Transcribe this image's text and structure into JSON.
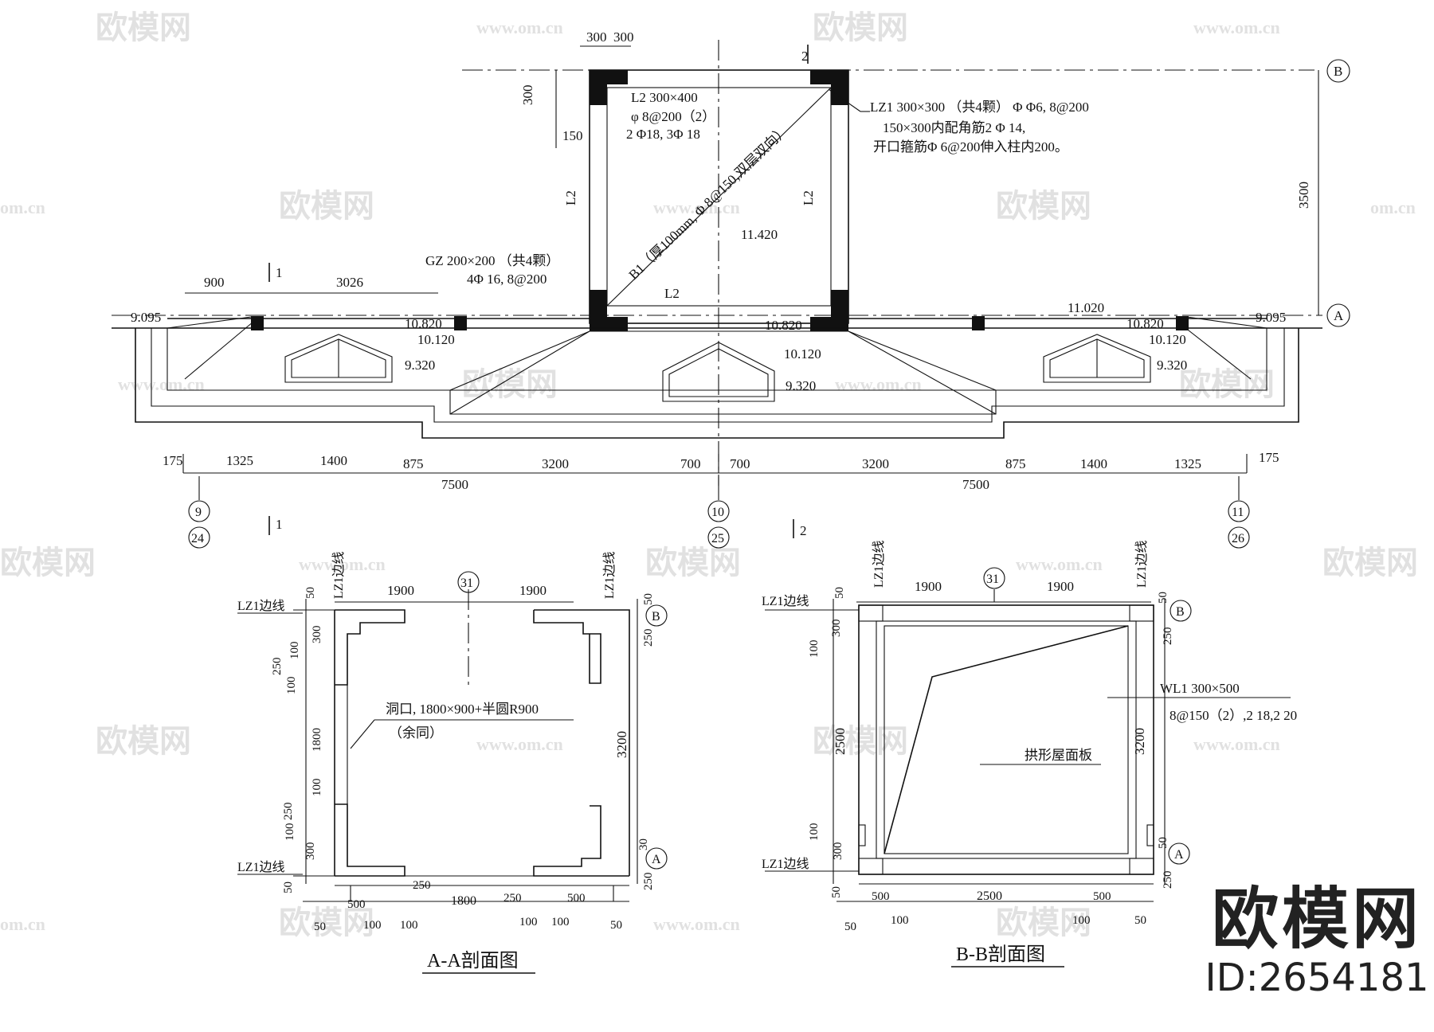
{
  "watermark": {
    "logo": "欧模网",
    "url": "www.om.cn",
    "url_short": "om.cn"
  },
  "brand": {
    "logo_text": "欧模网",
    "id_text": "ID:2654181"
  },
  "plan": {
    "top_dims": [
      "300",
      "300"
    ],
    "left_dims": [
      "300",
      "150"
    ],
    "section_mark_2": "2",
    "section_mark_1": "1",
    "beam_label_1": "L2  300×400",
    "beam_label_2": "φ  8@200（2）",
    "beam_label_3": "2   Φ18, 3Φ   18",
    "lz1_1": "LZ1   300×300  （共4颗）  Φ    Φ6,    8@200",
    "lz1_2": "150×300内配角筋2 Φ  14,",
    "lz1_3": "开口箍筋Φ   6@200伸入柱内200。",
    "l2_left": "L2",
    "l2_right": "L2",
    "l2_bottom": "L2",
    "slab": "B1（厚100mm, Φ 8@150,双层双向）",
    "elev_center": "11.420",
    "gz_1": "GZ   200×200  （共4颗）",
    "gz_2": "4Φ   16,     8@200",
    "dim_900": "900",
    "dim_3026": "3026",
    "elev_left_9095": "9.095",
    "elev_right_9095": "9.095",
    "elev_11020": "11.020",
    "elev_10820_l": "10.820",
    "elev_10120_l": "10.120",
    "elev_9320_l": "9.320",
    "elev_10820_c": "10.820",
    "elev_10120_c": "10.120",
    "elev_9320_c": "9.320",
    "elev_10820_r": "10.820",
    "elev_10120_r": "10.120",
    "elev_9320_r": "9.320",
    "dim_3500": "3500",
    "axis_B": "B",
    "axis_A": "A",
    "bottom_dims": [
      "175",
      "1325",
      "1400",
      "875",
      "3200",
      "700",
      "700",
      "3200",
      "875",
      "1400",
      "1325",
      "175"
    ],
    "bottom_totals": [
      "7500",
      "7500"
    ],
    "axes_top": [
      "9",
      "10",
      "11"
    ],
    "axes_bot": [
      "24",
      "25",
      "26"
    ]
  },
  "section_aa": {
    "title": "A-A剖面图",
    "axis_31": "31",
    "axis_B": "B",
    "axis_A": "A",
    "edge_label": "LZ1边线",
    "dim_1900_l": "1900",
    "dim_1900_r": "1900",
    "left_dims": [
      "50",
      "300",
      "100",
      "250",
      "100",
      "1800",
      "100",
      "250",
      "100",
      "300",
      "50"
    ],
    "right_dims": [
      "50",
      "250",
      "3200",
      "30",
      "250"
    ],
    "opening_1": "洞口, 1800×900+半圆R900",
    "opening_2": "（余同）",
    "bottom_dims": [
      "50",
      "500",
      "100",
      "100",
      "250",
      "1800",
      "250",
      "100",
      "100",
      "500",
      "50"
    ]
  },
  "section_bb": {
    "title": "B-B剖面图",
    "axis_31": "31",
    "axis_B": "B",
    "axis_A": "A",
    "edge_label": "LZ1边线",
    "dim_1900_l": "1900",
    "dim_1900_r": "1900",
    "left_dims": [
      "50",
      "300",
      "100",
      "2500",
      "100",
      "300",
      "50"
    ],
    "right_dims": [
      "50",
      "250",
      "3200",
      "50",
      "250"
    ],
    "wl1_1": "WL1  300×500",
    "wl1_2": "8@150（2）,2   18,2   20",
    "roof": "拱形屋面板",
    "bottom_dims": [
      "50",
      "500",
      "100",
      "2500",
      "100",
      "500",
      "50"
    ]
  }
}
